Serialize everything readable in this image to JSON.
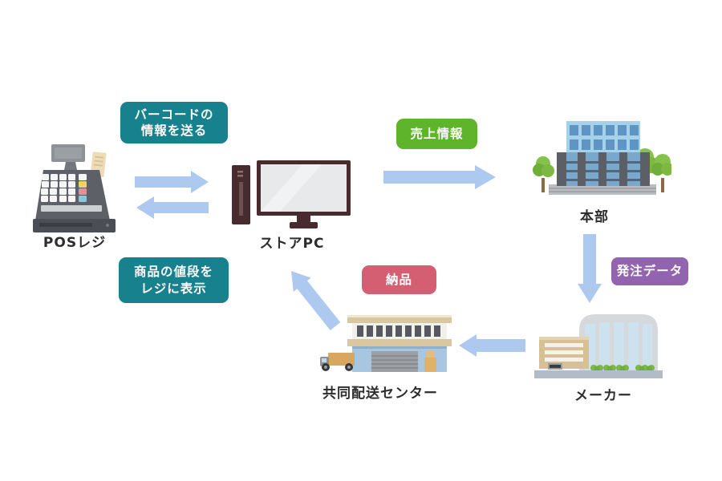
{
  "diagram": {
    "type": "flow-diagram",
    "topic": "POS system data flow (retail ordering / delivery cycle)"
  },
  "colors": {
    "background": "#ffffff",
    "arrow": "#aec9f0",
    "teal_badge": "#17818e",
    "green_badge": "#5eb42a",
    "purple_badge": "#9263ae",
    "pink_badge": "#d45f73",
    "label_text": "#2d2d2d"
  },
  "nodes": {
    "pos_register": {
      "label": "POSレジ"
    },
    "store_pc": {
      "label": "ストアPC"
    },
    "headquarters": {
      "label": "本部"
    },
    "maker": {
      "label": "メーカー"
    },
    "distribution_center": {
      "label": "共同配送センター"
    }
  },
  "badges": {
    "send_barcode": {
      "line1": "バーコードの",
      "line2": "情報を送る",
      "color": "#17818e"
    },
    "sales_info": {
      "label": "売上情報",
      "color": "#5eb42a"
    },
    "order_data": {
      "label": "発注データ",
      "color": "#9263ae"
    },
    "delivery": {
      "label": "納品",
      "color": "#d45f73"
    },
    "show_price": {
      "line1": "商品の値段を",
      "line2": "レジに表示",
      "color": "#17818e"
    }
  },
  "arrows": {
    "color": "#aec9f0",
    "items": [
      {
        "name": "pos-to-storepc",
        "from": "pos_register",
        "to": "store_pc"
      },
      {
        "name": "storepc-to-pos",
        "from": "store_pc",
        "to": "pos_register"
      },
      {
        "name": "storepc-to-headquarters",
        "from": "store_pc",
        "to": "headquarters"
      },
      {
        "name": "headquarters-to-maker",
        "from": "headquarters",
        "to": "maker"
      },
      {
        "name": "maker-to-distribution-center",
        "from": "maker",
        "to": "distribution_center"
      },
      {
        "name": "distribution-center-to-storepc",
        "from": "distribution_center",
        "to": "store_pc"
      }
    ]
  }
}
